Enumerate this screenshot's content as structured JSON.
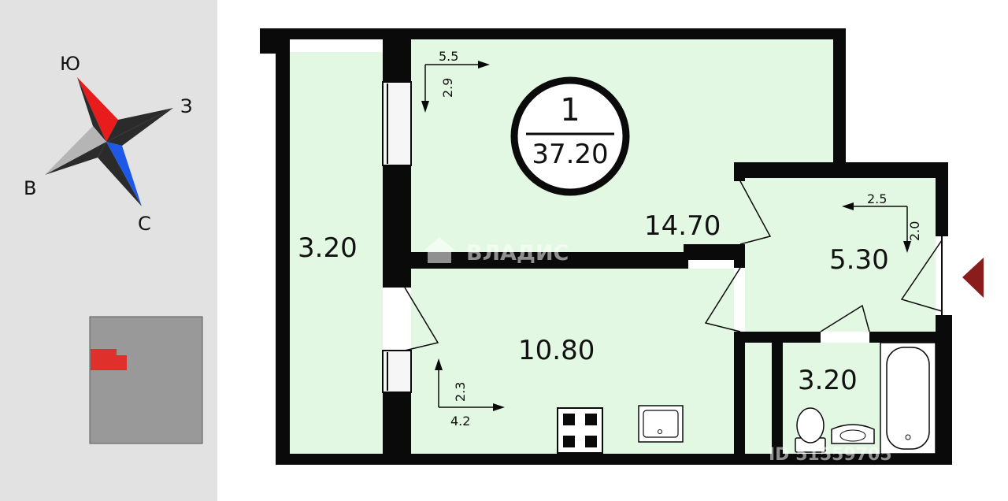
{
  "compass": {
    "south": "Ю",
    "west": "З",
    "east": "В",
    "north": "С",
    "colors": {
      "south_arrow": "#e81c1c",
      "north_arrow": "#1d59e6",
      "dark": "#2b2b2b",
      "light": "#b5b5b5"
    }
  },
  "building_scheme": {
    "colors": {
      "building": "#999999",
      "apartment": "#e0302b"
    }
  },
  "apartment": {
    "room_count": "1",
    "total_area": "37.20"
  },
  "rooms": {
    "room_main": {
      "area": "14.70",
      "dim_width": "5.5",
      "dim_length": "2.9"
    },
    "hall": {
      "area": "3.20"
    },
    "kitchen": {
      "area": "10.80",
      "dim_width": "4.2",
      "dim_length": "2.3"
    },
    "corridor": {
      "area": "5.30",
      "dim_width": "2.5",
      "dim_length": "2.0"
    },
    "bathroom": {
      "area": "3.20"
    }
  },
  "watermark": {
    "brand": "ВЛАДИС",
    "listing_id": "ID 51559705"
  },
  "colors": {
    "room_fill": "#e2f8e2",
    "wall": "#0a0a0a",
    "entrance_marker": "#8a1c1c"
  }
}
